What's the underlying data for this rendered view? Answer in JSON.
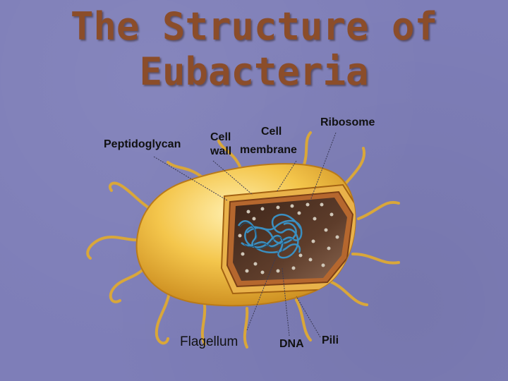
{
  "title": {
    "line1": "The Structure of",
    "line2": "Eubacteria"
  },
  "labels": {
    "peptidoglycan": "Peptidoglycan",
    "cell_wall_1": "Cell",
    "cell_wall_2": "wall",
    "cell_membrane_1": "Cell",
    "cell_membrane_2": "membrane",
    "ribosome": "Ribosome",
    "flagellum": "Flagellum",
    "dna": "DNA",
    "pili": "Pili"
  },
  "colors": {
    "background": "#7e7eb8",
    "title": "#8b4d2a",
    "cell_body": "#f2c24a",
    "cytoplasm": "#5a3a28",
    "dna": "#2f6f9a"
  }
}
